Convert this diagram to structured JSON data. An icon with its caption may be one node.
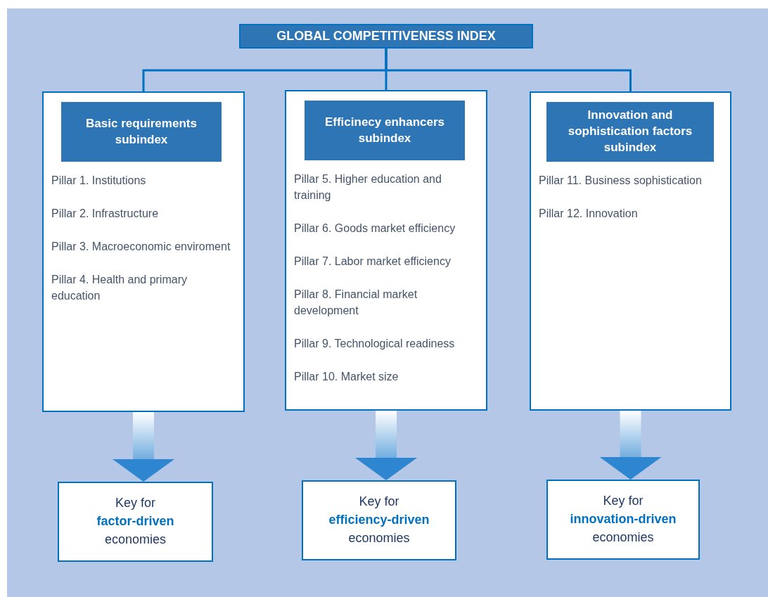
{
  "diagram": {
    "nodes": [
      {
        "text": [
          "GLOBAL COMPETITIVENESS INDEX"
        ]
      },
      {
        "text": [
          "Pillar 1. Institutions",
          "Pillar 2. Infrastructure",
          "Pillar 3. Macroeconomic enviroment",
          "Pillar 4. Health and primary education"
        ]
      },
      {
        "text": [
          "Basic requirements subindex"
        ],
        "in": 1
      },
      {
        "text": [
          "Pillar 5. Higher education and training",
          "Pillar 6. Goods market efficiency",
          "Pillar 7. Labor market efficiency",
          "Pillar 8. Financial market development",
          "Pillar 9. Technological readiness",
          "Pillar 10. Market size"
        ]
      },
      {
        "text": [
          "Efficinecy enhancers subindex"
        ],
        "in": 3
      },
      {
        "text": [
          "Pillar 11. Business sophistication",
          "Pillar 12. Innovation"
        ]
      },
      {
        "text": [
          "Innovation and sophistication factors subindex"
        ],
        "in": 5
      },
      {
        "text": [
          "Key for **factor-driven** economies"
        ]
      },
      {
        "text": [
          "Key for **efficiency-driven** economies"
        ]
      },
      {
        "text": [
          "Key for **innovation-driven** economies"
        ]
      }
    ],
    "edges": [
      {
        "from": 0,
        "to": 1,
        "arrow": "none"
      },
      {
        "from": 0,
        "to": 3,
        "arrow": "none"
      },
      {
        "from": 0,
        "to": 5,
        "arrow": "none"
      },
      {
        "from": 1,
        "to": 7,
        "arrow": "to",
        "style": "thick"
      },
      {
        "from": 3,
        "to": 8,
        "arrow": "to",
        "style": "thick"
      },
      {
        "from": 5,
        "to": 9,
        "arrow": "to",
        "style": "thick"
      }
    ]
  }
}
